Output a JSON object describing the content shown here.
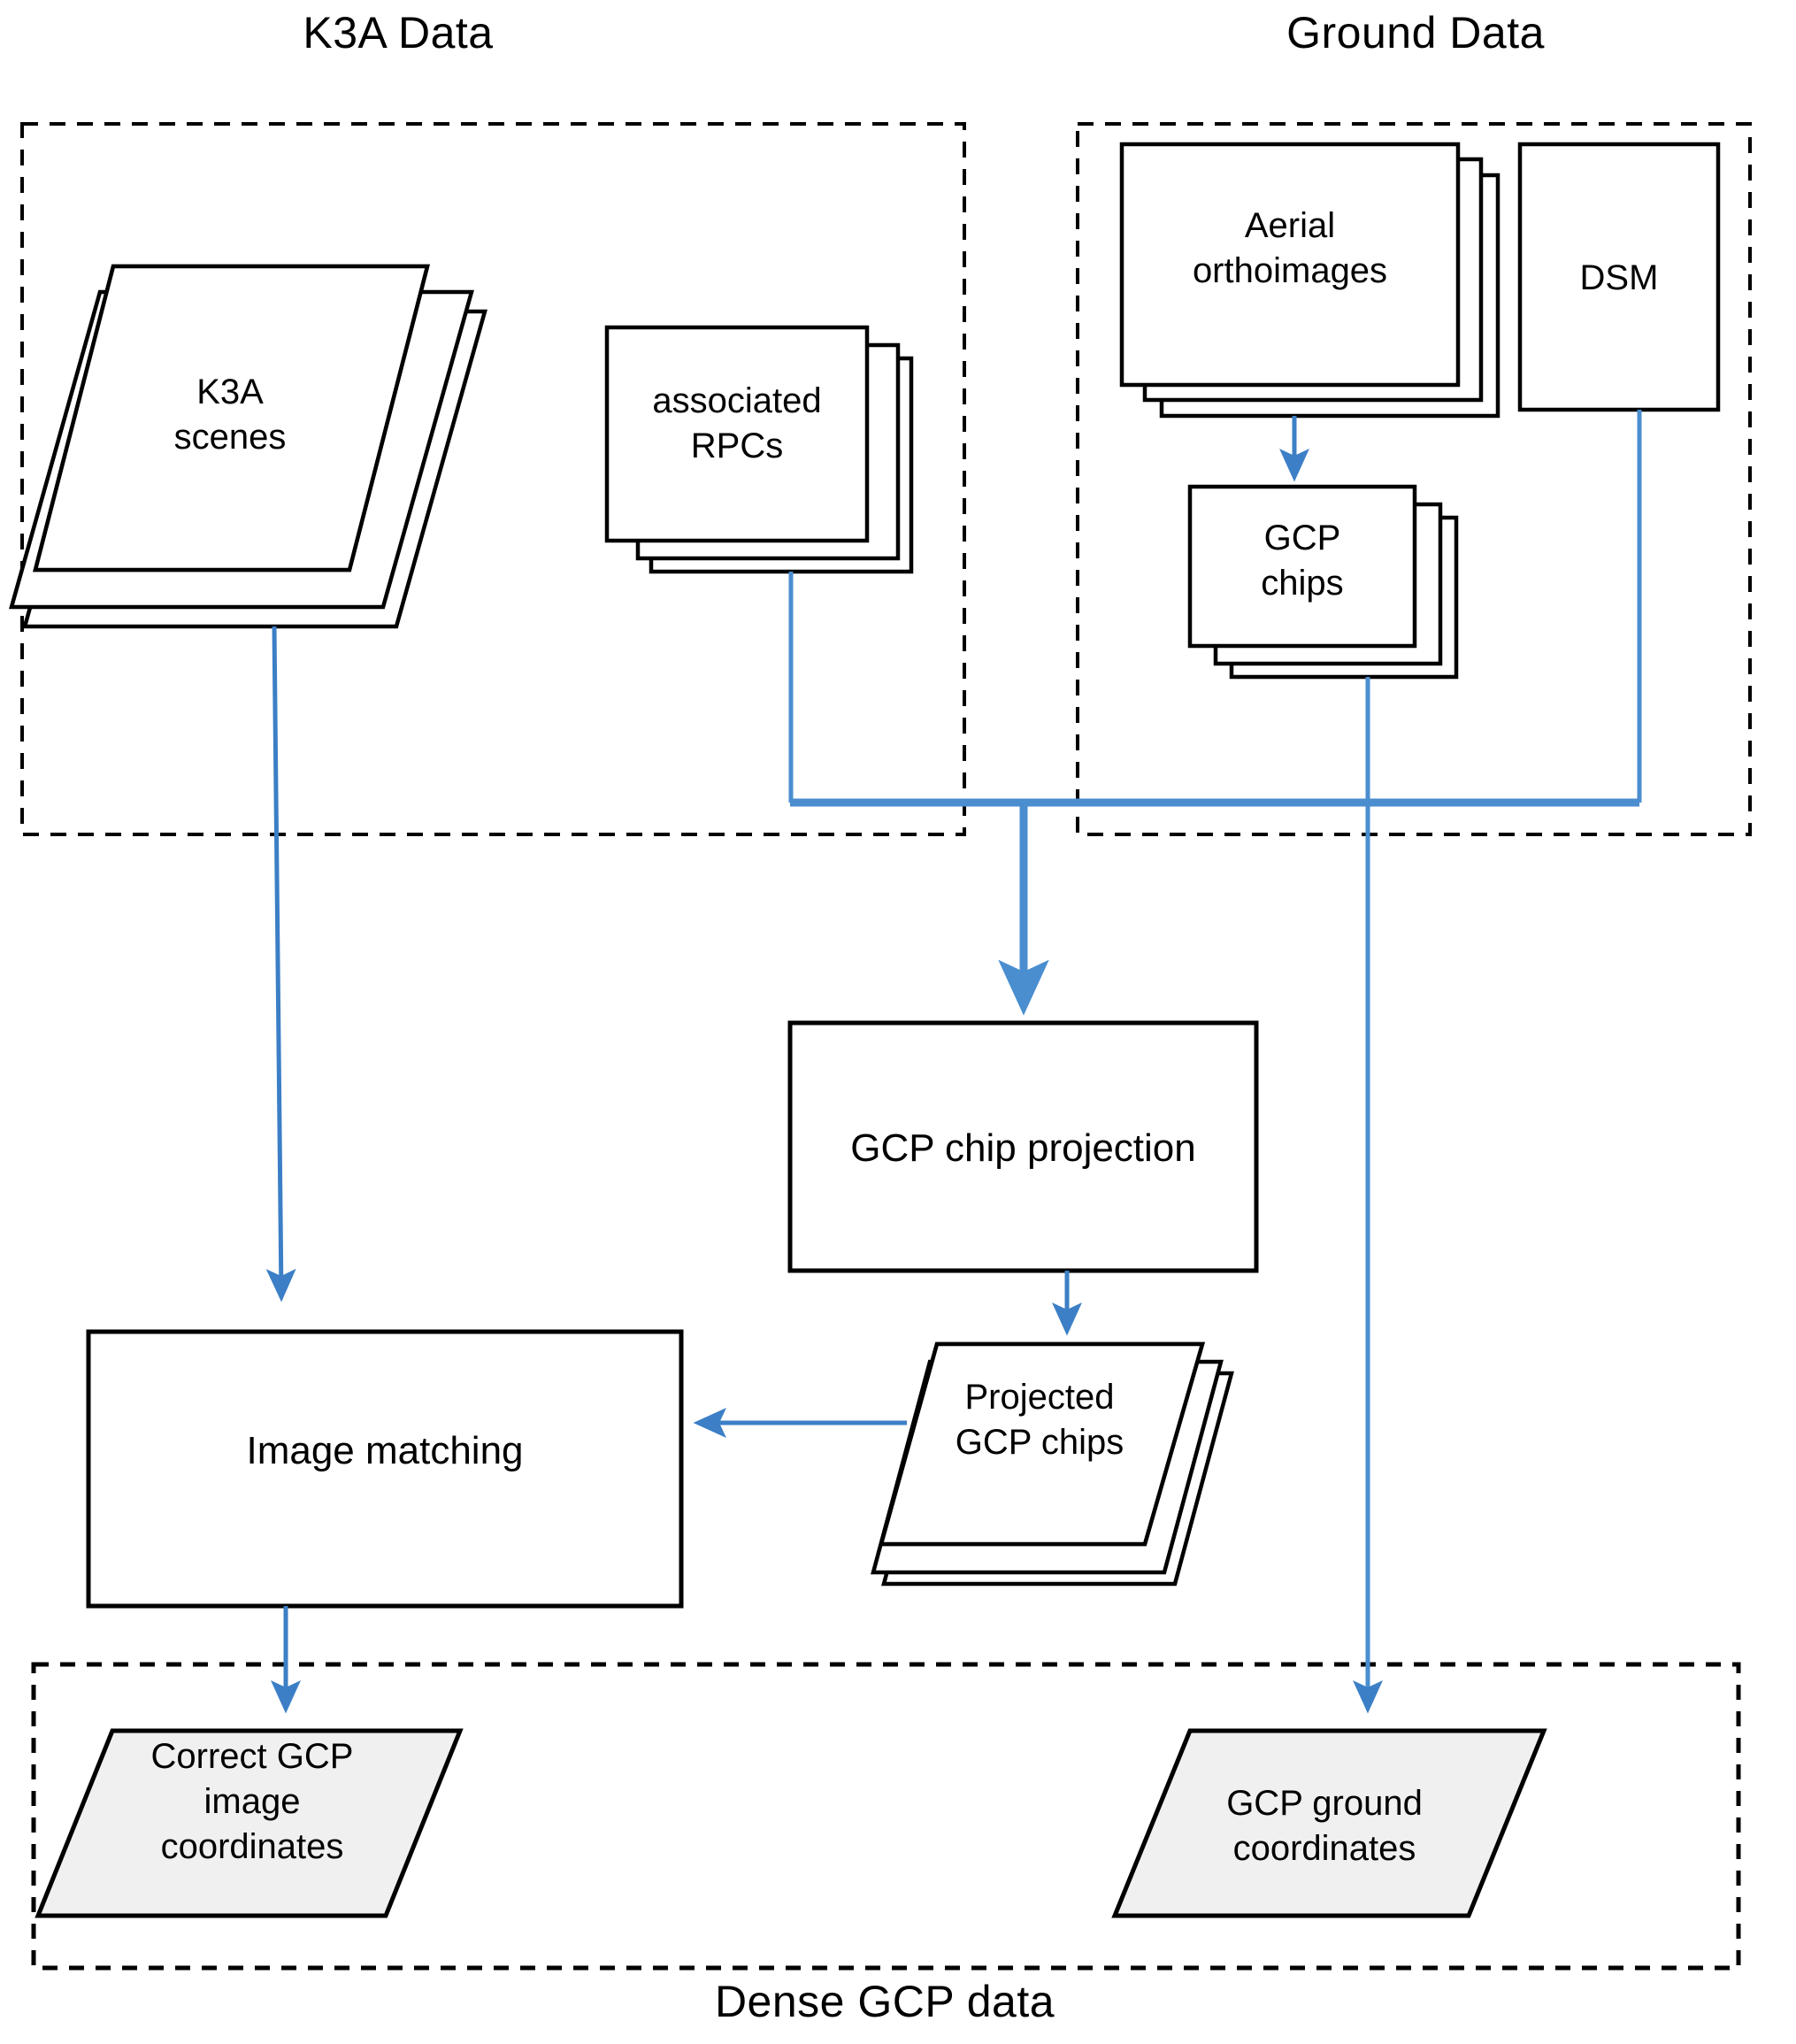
{
  "diagram": {
    "title_k3a": "K3A Data",
    "title_ground": "Ground Data",
    "title_dense": "Dense GCP data",
    "colors": {
      "arrow_blue": "#3c7fc6",
      "thick_blue": "#4a8ed0",
      "outline_black": "#000000",
      "parallelogram_fill": "#f0f0f0",
      "box_fill": "#ffffff"
    },
    "nodes": {
      "k3a_scenes": "K3A\nscenes",
      "associated_rpcs": "associated\nRPCs",
      "aerial_orthoimages": "Aerial\northoimages",
      "dsm": "DSM",
      "gcp_chips": "GCP\nchips",
      "gcp_chip_projection": "GCP chip projection",
      "projected_gcp_chips": "Projected\nGCP  chips",
      "image_matching": "Image matching",
      "correct_gcp_image_coordinates": "Correct  GCP\nimage\ncoordinates",
      "gcp_ground_coordinates": "GCP  ground\ncoordinates"
    },
    "groups": {
      "k3a_data": "K3A Data",
      "ground_data": "Ground Data",
      "dense_gcp_data": "Dense GCP data"
    },
    "edges": [
      {
        "from": "k3a_scenes",
        "to": "image_matching"
      },
      {
        "from": "associated_rpcs",
        "to": "gcp_chip_projection"
      },
      {
        "from": "aerial_orthoimages",
        "to": "gcp_chips"
      },
      {
        "from": "gcp_chips",
        "to": "gcp_chip_projection"
      },
      {
        "from": "gcp_chips",
        "to": "gcp_ground_coordinates"
      },
      {
        "from": "dsm",
        "to": "gcp_chip_projection"
      },
      {
        "from": "gcp_chip_projection",
        "to": "projected_gcp_chips"
      },
      {
        "from": "projected_gcp_chips",
        "to": "image_matching"
      },
      {
        "from": "image_matching",
        "to": "correct_gcp_image_coordinates"
      }
    ]
  }
}
